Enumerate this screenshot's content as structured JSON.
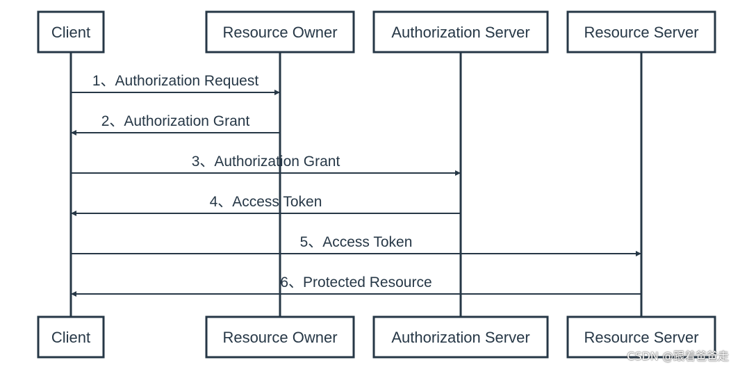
{
  "actors": [
    {
      "id": "client",
      "name": "Client"
    },
    {
      "id": "owner",
      "name": "Resource Owner"
    },
    {
      "id": "auth",
      "name": "Authorization Server"
    },
    {
      "id": "resource",
      "name": "Resource Server"
    }
  ],
  "messages": [
    {
      "label": "1、Authorization Request",
      "from": "client",
      "to": "owner"
    },
    {
      "label": "2、Authorization Grant",
      "from": "owner",
      "to": "client"
    },
    {
      "label": "3、Authorization Grant",
      "from": "client",
      "to": "auth"
    },
    {
      "label": "4、Access Token",
      "from": "auth",
      "to": "client"
    },
    {
      "label": "5、Access Token",
      "from": "client",
      "to": "resource"
    },
    {
      "label": "6、Protected Resource",
      "from": "resource",
      "to": "client"
    }
  ],
  "colors": {
    "ink": "#263746",
    "background": "#ffffff"
  },
  "watermark": "CSDN @跟着爸爸走"
}
